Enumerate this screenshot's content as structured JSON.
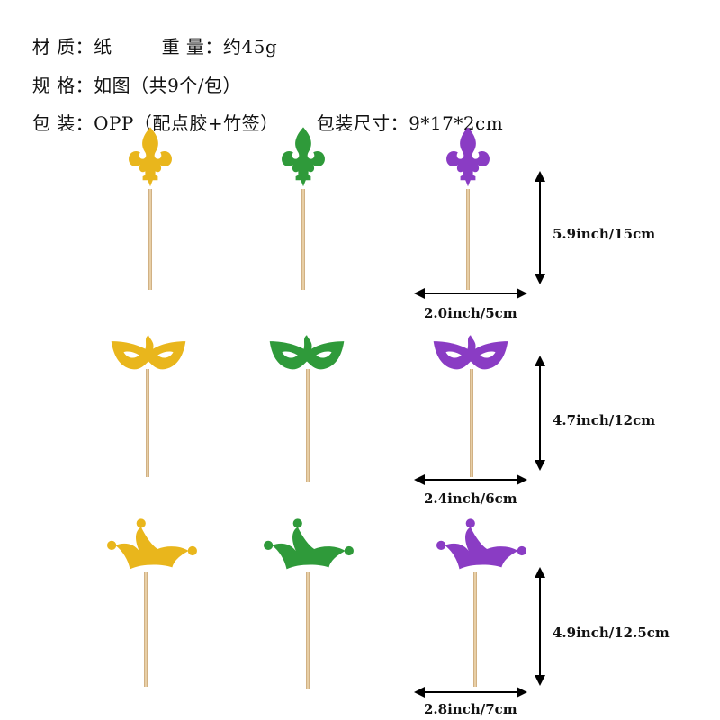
{
  "specs": {
    "line1": {
      "material": "材 质：纸",
      "weight": "重 量：约45g"
    },
    "line2": {
      "spec": "规 格：如图（共9个/包）"
    },
    "line3": {
      "packing": "包 装：OPP（配点胶+竹签）",
      "size": "包装尺寸：9*17*2cm"
    }
  },
  "colors": {
    "gold": "#e9b61c",
    "green": "#2f9a3a",
    "purple": "#8a3cc4",
    "stick": "#e8cfa6"
  },
  "rows": [
    {
      "shape": "fleur-de-lis-icon",
      "height_label": "5.9inch/15cm",
      "width_label": "2.0inch/5cm"
    },
    {
      "shape": "mask-icon",
      "height_label": "4.7inch/12cm",
      "width_label": "2.4inch/6cm"
    },
    {
      "shape": "jester-hat-icon",
      "height_label": "4.9inch/12.5cm",
      "width_label": "2.8inch/7cm"
    }
  ]
}
